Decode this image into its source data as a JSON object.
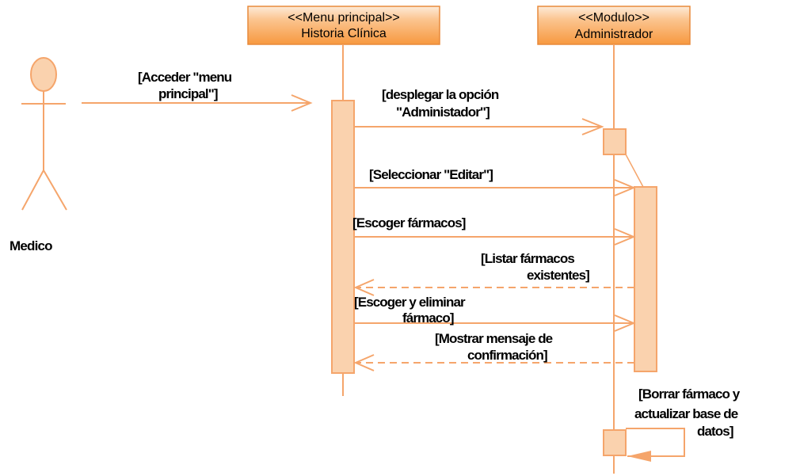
{
  "actor": {
    "name": "Medico"
  },
  "lifelines": [
    {
      "stereotype": "<<Menu principal>>",
      "name": "Historia Clínica"
    },
    {
      "stereotype": "<<Modulo>>",
      "name": "Administrador"
    }
  ],
  "messages": [
    {
      "lines": [
        "[Acceder \"menu",
        "principal\"]"
      ],
      "kind": "call"
    },
    {
      "lines": [
        "[desplegar la opción",
        "\"Administador\"]"
      ],
      "kind": "call"
    },
    {
      "lines": [
        "[Seleccionar \"Editar\"]"
      ],
      "kind": "call"
    },
    {
      "lines": [
        "[Escoger fármacos]"
      ],
      "kind": "call"
    },
    {
      "lines": [
        "[Listar fármacos",
        "existentes]"
      ],
      "kind": "return"
    },
    {
      "lines": [
        "[Escoger y eliminar",
        "fármaco]"
      ],
      "kind": "call"
    },
    {
      "lines": [
        "[Mostrar mensaje de",
        "confirmación]"
      ],
      "kind": "return"
    },
    {
      "lines": [
        "[Borrar fármaco y",
        "actualizar base de",
        "datos]"
      ],
      "kind": "self"
    }
  ],
  "colors": {
    "stroke": "#F5A56B",
    "fill": "#FAD2AE",
    "header_top": "#FDEBD9",
    "header_bottom": "#F7993F"
  }
}
